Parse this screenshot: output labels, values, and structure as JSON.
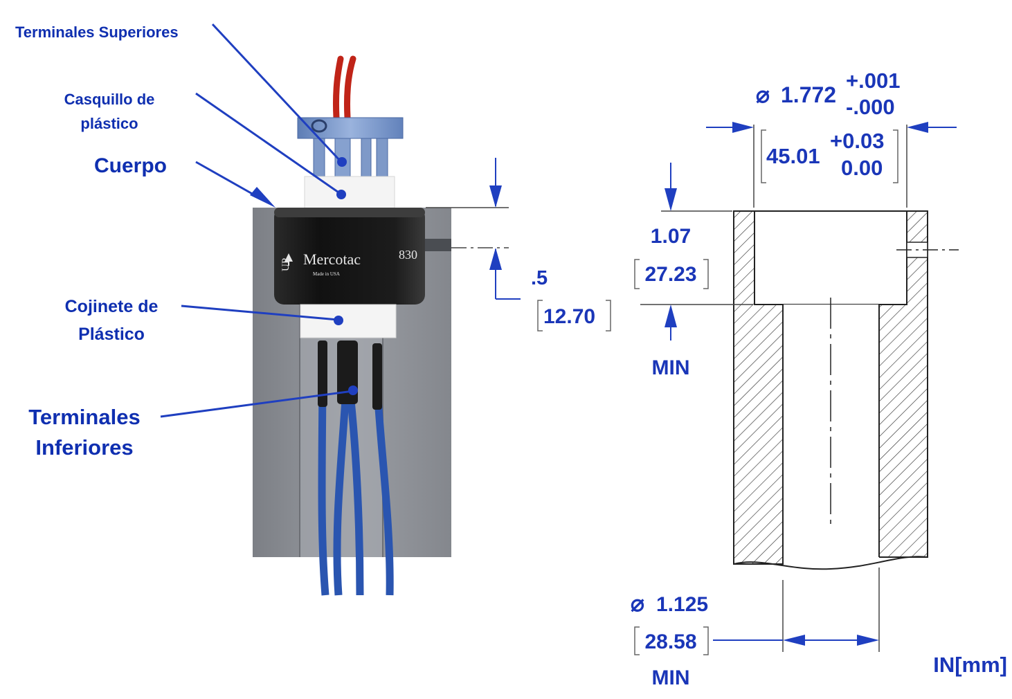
{
  "colors": {
    "label_blue": "#0f2fb0",
    "dim_blue": "#1a36b8",
    "leader_blue": "#1f3fc0",
    "body_black": "#151515",
    "housing_gray": "#8a8d93",
    "wire_blue": "#2a55b0",
    "wire_red": "#c02418"
  },
  "labels": {
    "top_terminals": "Terminales Superiores",
    "plastic_sleeve_1": "Casquillo de",
    "plastic_sleeve_2": "plástico",
    "body": "Cuerpo",
    "plastic_bearing_1": "Cojinete de",
    "plastic_bearing_2": "Plástico",
    "bottom_terminals_1": "Terminales",
    "bottom_terminals_2": "Inferiores"
  },
  "product": {
    "brand": "Mercotac",
    "made_in": "Made in USA",
    "model": "830",
    "up_mark": "UP"
  },
  "dimensions": {
    "offset_in": ".5",
    "offset_mm": "12.70",
    "bore_diameter_in": "1.772",
    "bore_tol_plus_in": "+.001",
    "bore_tol_minus_in": "-.000",
    "bore_diameter_mm": "45.01",
    "bore_tol_plus_mm": "+0.03",
    "bore_tol_minus_mm": "0.00",
    "depth_in": "1.07",
    "depth_mm": "27.23",
    "depth_min": "MIN",
    "hole_diameter_in": "1.125",
    "hole_diameter_mm": "28.58",
    "hole_min": "MIN",
    "units": "IN[mm]",
    "diameter_symbol": "⌀"
  }
}
